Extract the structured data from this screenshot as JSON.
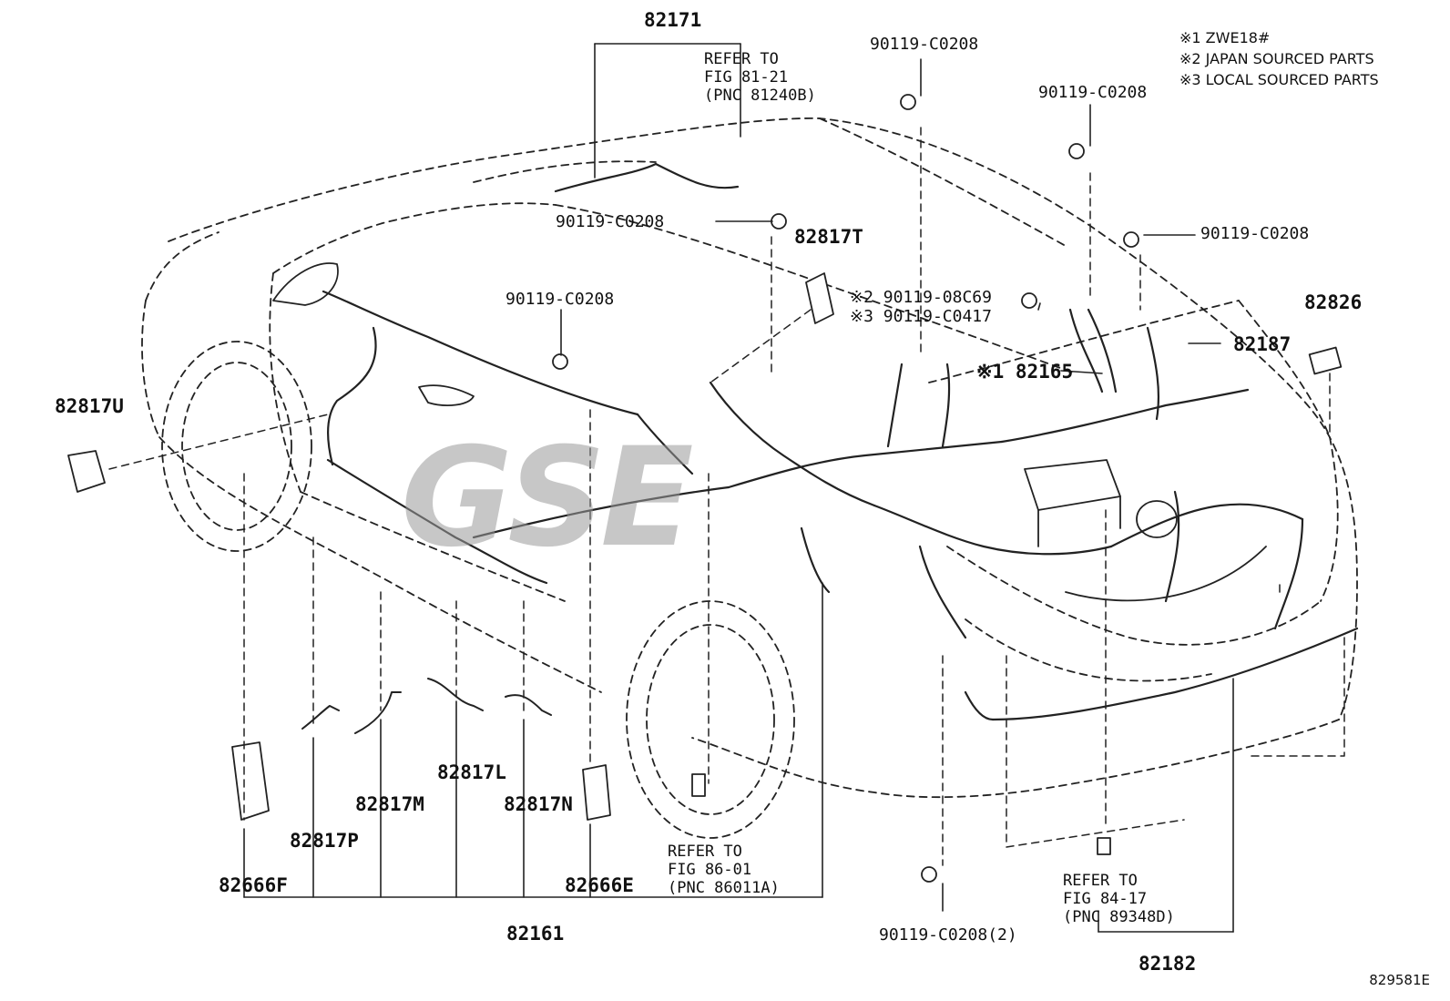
{
  "notes": [
    "※1 ZWE18#",
    "※2 JAPAN SOURCED PARTS",
    "※3 LOCAL SOURCED PARTS"
  ],
  "figure_id": "829581E",
  "watermark": "GSE",
  "labels": {
    "p82171": "82171",
    "ref_81_21": [
      "REFER TO",
      "FIG 81-21",
      "(PNC 81240B)"
    ],
    "bolt_top_center": "90119-C0208",
    "bolt_top_right": "90119-C0208",
    "bolt_roof": "90119-C0208",
    "bolt_right": "90119-C0208",
    "bolt_b_pillar": "90119-C0208",
    "p82817T": "82817T",
    "bolt_jp": "※2 90119-08C69",
    "bolt_local": "※3 90119-C0417",
    "p82165": "※1 82165",
    "p82187": "82187",
    "p82826": "82826",
    "p82817U": "82817U",
    "p82817L": "82817L",
    "p82817M": "82817M",
    "p82817N": "82817N",
    "p82817P": "82817P",
    "p82666F": "82666F",
    "p82666E": "82666E",
    "p82161": "82161",
    "ref_86_01": [
      "REFER TO",
      "FIG 86-01",
      "(PNC 86011A)"
    ],
    "bolt_bottom": "90119-C0208(2)",
    "ref_84_17": [
      "REFER TO",
      "FIG 84-17",
      "(PNC 89348D)"
    ],
    "p82182": "82182"
  }
}
